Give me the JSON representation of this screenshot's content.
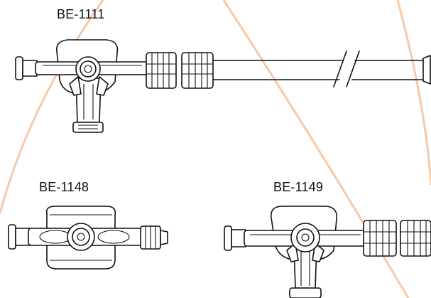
{
  "products": [
    {
      "code": "BE-1111"
    },
    {
      "code": "BE-1148"
    },
    {
      "code": "BE-1149"
    }
  ],
  "watermark": {
    "color": "#f7c9a8",
    "shape": "arc-logo"
  }
}
